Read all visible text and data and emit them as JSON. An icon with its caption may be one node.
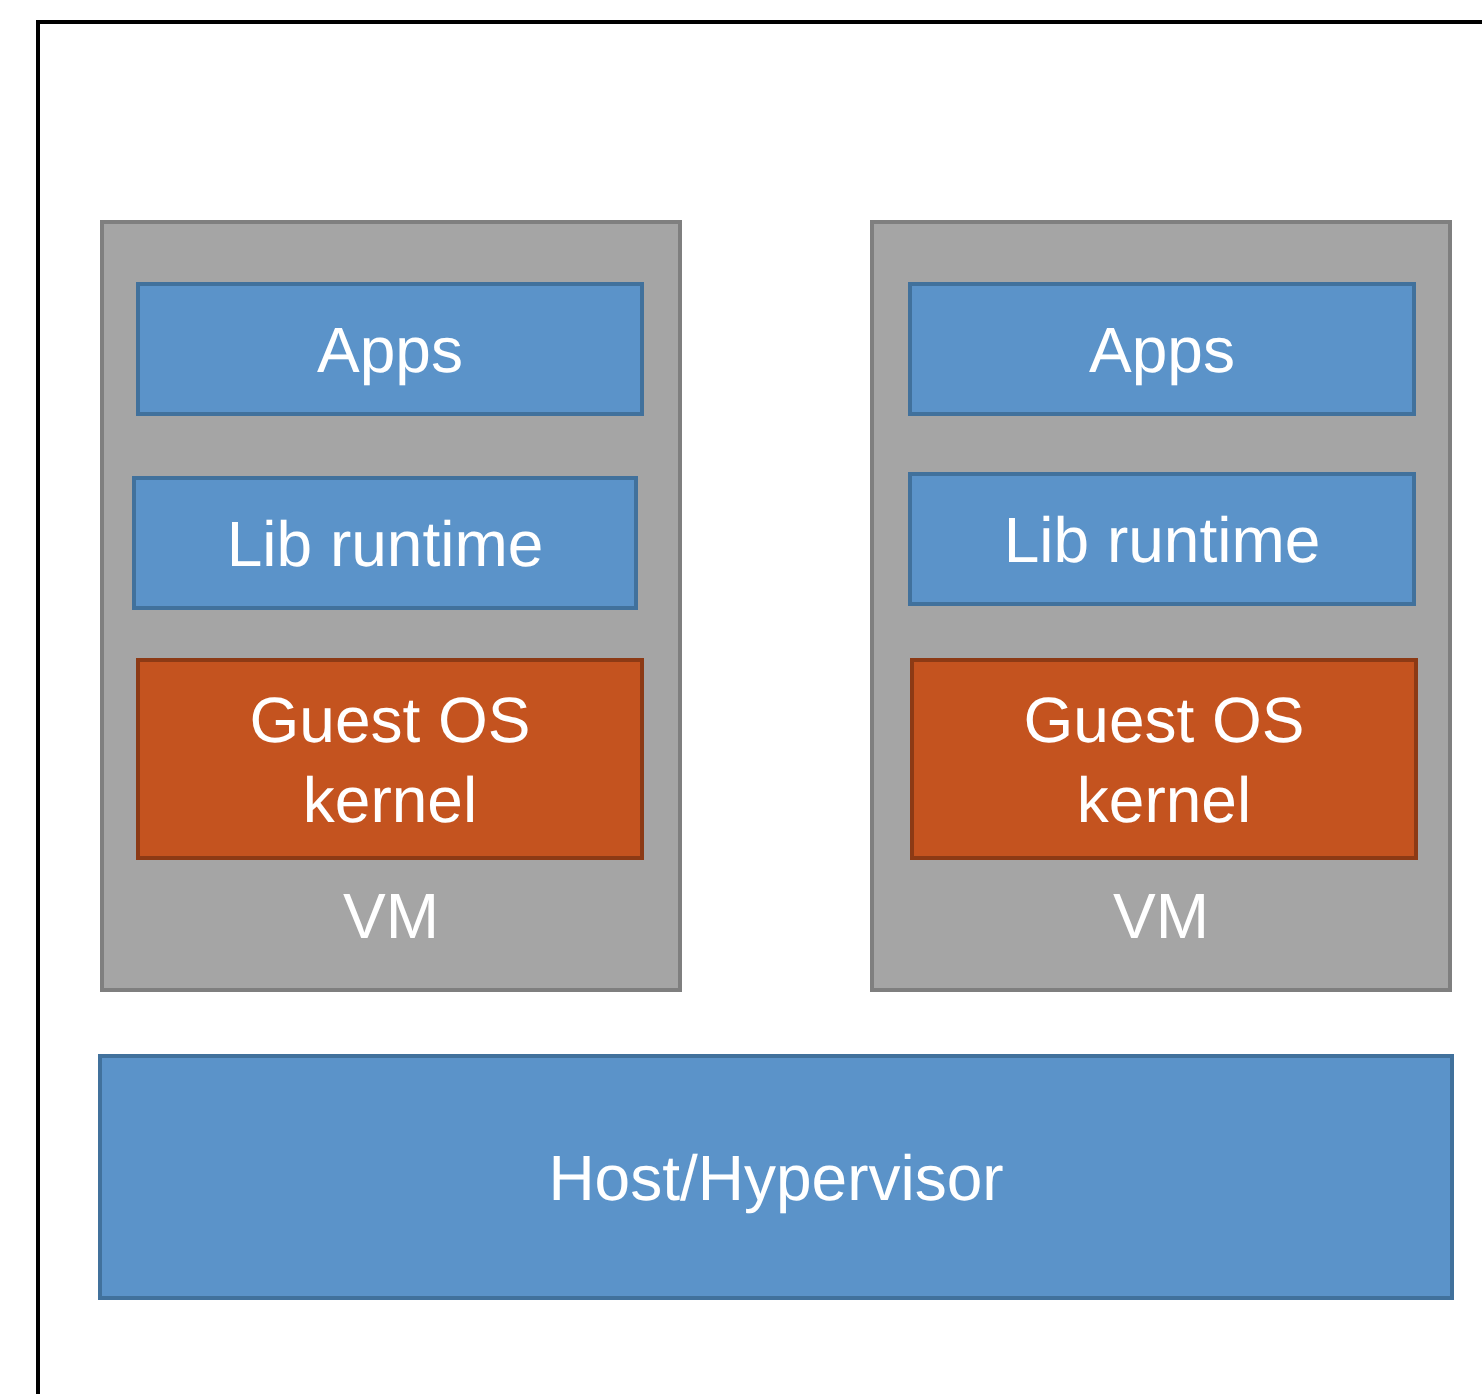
{
  "diagram": {
    "nodes": [
      {
        "text": [
          "VM"
        ]
      },
      {
        "text": [
          "Apps"
        ],
        "in": 0
      },
      {
        "text": [
          "Lib runtime"
        ],
        "in": 0
      },
      {
        "text": [
          "Guest OS kernel"
        ],
        "in": 0
      },
      {
        "text": [
          "VM"
        ]
      },
      {
        "text": [
          "Apps"
        ],
        "in": 4
      },
      {
        "text": [
          "Lib runtime"
        ],
        "in": 4
      },
      {
        "text": [
          "Guest OS kernel"
        ],
        "in": 4
      },
      {
        "text": [
          "Host/Hypervisor"
        ]
      }
    ]
  }
}
